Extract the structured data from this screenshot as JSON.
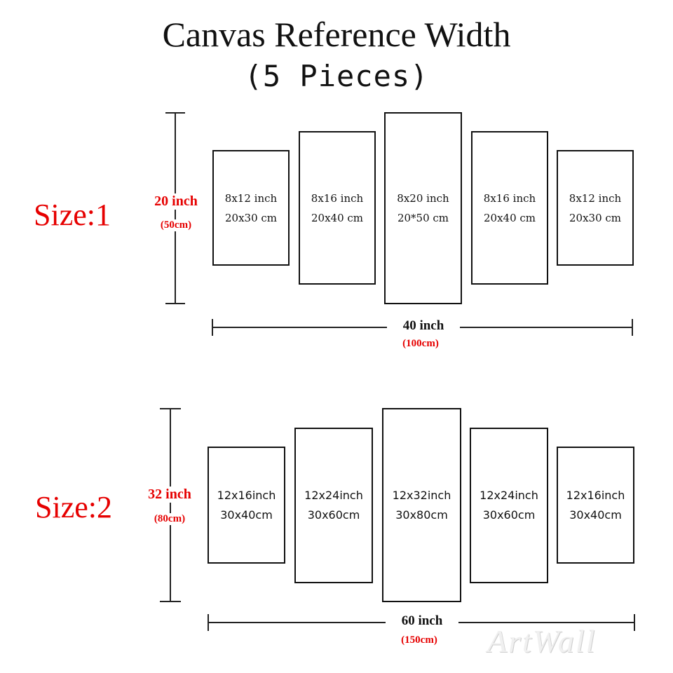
{
  "title": {
    "line1": "Canvas Reference Width",
    "line2": "(5 Pieces)"
  },
  "size1": {
    "label": "Size:1",
    "height_inch": "20 inch",
    "height_cm": "(50cm)",
    "width_inch": "40 inch",
    "width_cm": "(100cm)",
    "panels": [
      {
        "inch": "8x12 inch",
        "cm": "20x30 cm"
      },
      {
        "inch": "8x16 inch",
        "cm": "20x40 cm"
      },
      {
        "inch": "8x20 inch",
        "cm": "20*50 cm"
      },
      {
        "inch": "8x16 inch",
        "cm": "20x40 cm"
      },
      {
        "inch": "8x12 inch",
        "cm": "20x30 cm"
      }
    ]
  },
  "size2": {
    "label": "Size:2",
    "height_inch": "32 inch",
    "height_cm": "(80cm)",
    "width_inch": "60 inch",
    "width_cm": "(150cm)",
    "panels": [
      {
        "inch": "12x16inch",
        "cm": "30x40cm"
      },
      {
        "inch": "12x24inch",
        "cm": "30x60cm"
      },
      {
        "inch": "12x32inch",
        "cm": "30x80cm"
      },
      {
        "inch": "12x24inch",
        "cm": "30x60cm"
      },
      {
        "inch": "12x16inch",
        "cm": "30x40cm"
      }
    ]
  },
  "watermark": "ArtWall"
}
